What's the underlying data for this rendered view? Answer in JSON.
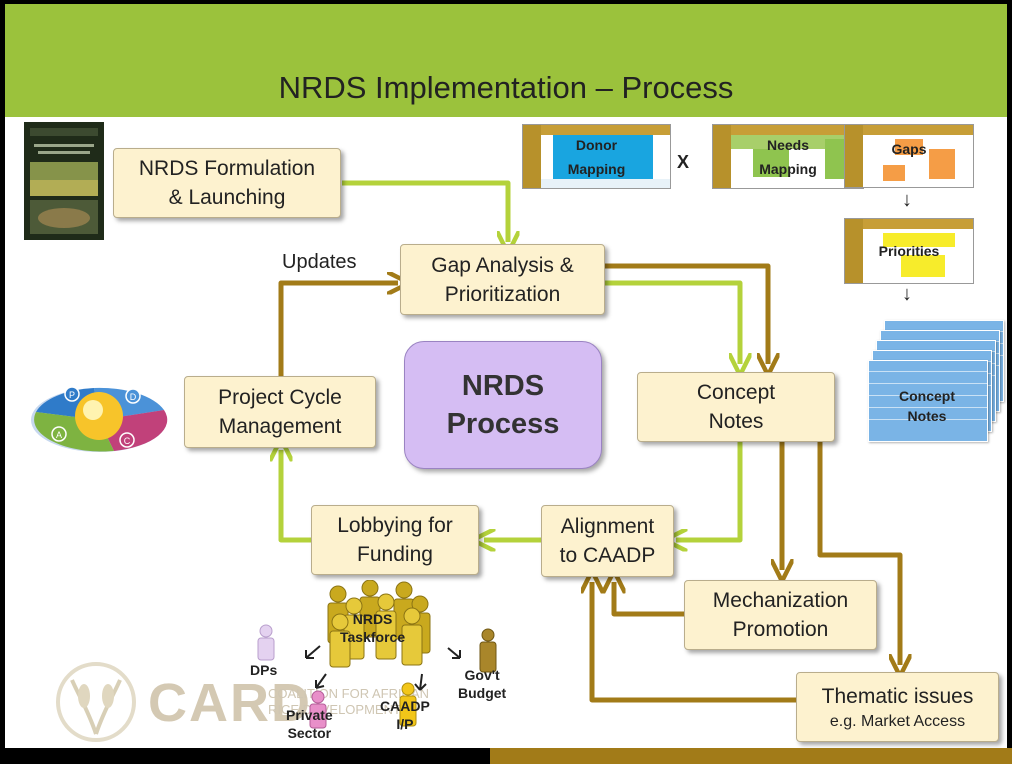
{
  "title": "NRDS Implementation – Process",
  "center": {
    "line1": "NRDS",
    "line2": "Process"
  },
  "nodes": {
    "formulation": {
      "line1": "NRDS Formulation",
      "line2": "& Launching"
    },
    "gap": {
      "line1": "Gap Analysis &",
      "line2": "Prioritization"
    },
    "concept": {
      "line1": "Concept",
      "line2": "Notes"
    },
    "pcm": {
      "line1": "Project Cycle",
      "line2": "Management"
    },
    "lobbying": {
      "line1": "Lobbying for",
      "line2": "Funding"
    },
    "alignment": {
      "line1": "Alignment",
      "line2": "to CAADP"
    },
    "mechanization": {
      "line1": "Mechanization",
      "line2": "Promotion"
    },
    "thematic": {
      "line1": "Thematic issues",
      "line2": "e.g. Market Access"
    }
  },
  "updates_label": "Updates",
  "mapping": {
    "donor": {
      "line1": "Donor",
      "line2": "Mapping"
    },
    "times": "X",
    "needs": {
      "line1": "Needs",
      "line2": "Mapping"
    },
    "equals": "=",
    "gaps": "Gaps",
    "priorities": "Priorities",
    "arrow1": "↓",
    "arrow2": "↓",
    "concept_notes": {
      "line1": "Concept",
      "line2": "Notes"
    }
  },
  "taskforce": {
    "center": {
      "line1": "NRDS",
      "line2": "Taskforce"
    },
    "dps": "DPs",
    "private": {
      "line1": "Private",
      "line2": "Sector"
    },
    "caadp": {
      "line1": "CAADP",
      "line2": "I/P"
    },
    "govt": {
      "line1": "Gov't",
      "line2": "Budget"
    }
  },
  "logo": {
    "name": "CARD",
    "sub1": "COALITION FOR AFRICAN",
    "sub2": "RICE DEVELOPMENT"
  },
  "cycle_letters": [
    "P",
    "D",
    "C",
    "A"
  ],
  "colors": {
    "header": "#9bc23c",
    "arrow_green": "#b4d23b",
    "arrow_brown": "#a27b18",
    "node_fill": "#fdf2cf",
    "center_fill": "#d5bdf3"
  }
}
